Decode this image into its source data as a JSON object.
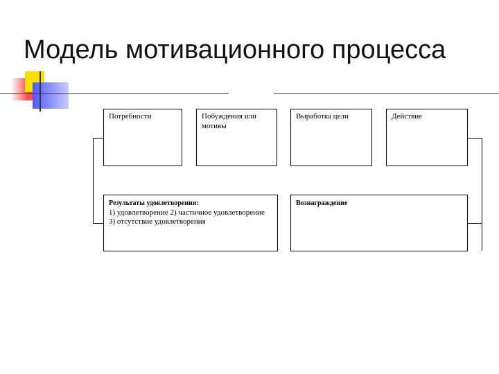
{
  "title": "Модель мотивационного процесса",
  "boxes": {
    "needs": "Потребности",
    "motives": "Побуждения или мотивы",
    "goal": "Выработка цели",
    "action": "Действие",
    "results_title": "Результаты удовлетворения:",
    "results_text": "1) удовлетворение 2) частичное удовлетворение 3) отсутствие удовлетворения",
    "reward": "Вознаграждение"
  },
  "colors": {
    "accent_yellow": "#f7e000",
    "accent_red": "#ff3b3b",
    "accent_blue": "#4d59ff"
  }
}
